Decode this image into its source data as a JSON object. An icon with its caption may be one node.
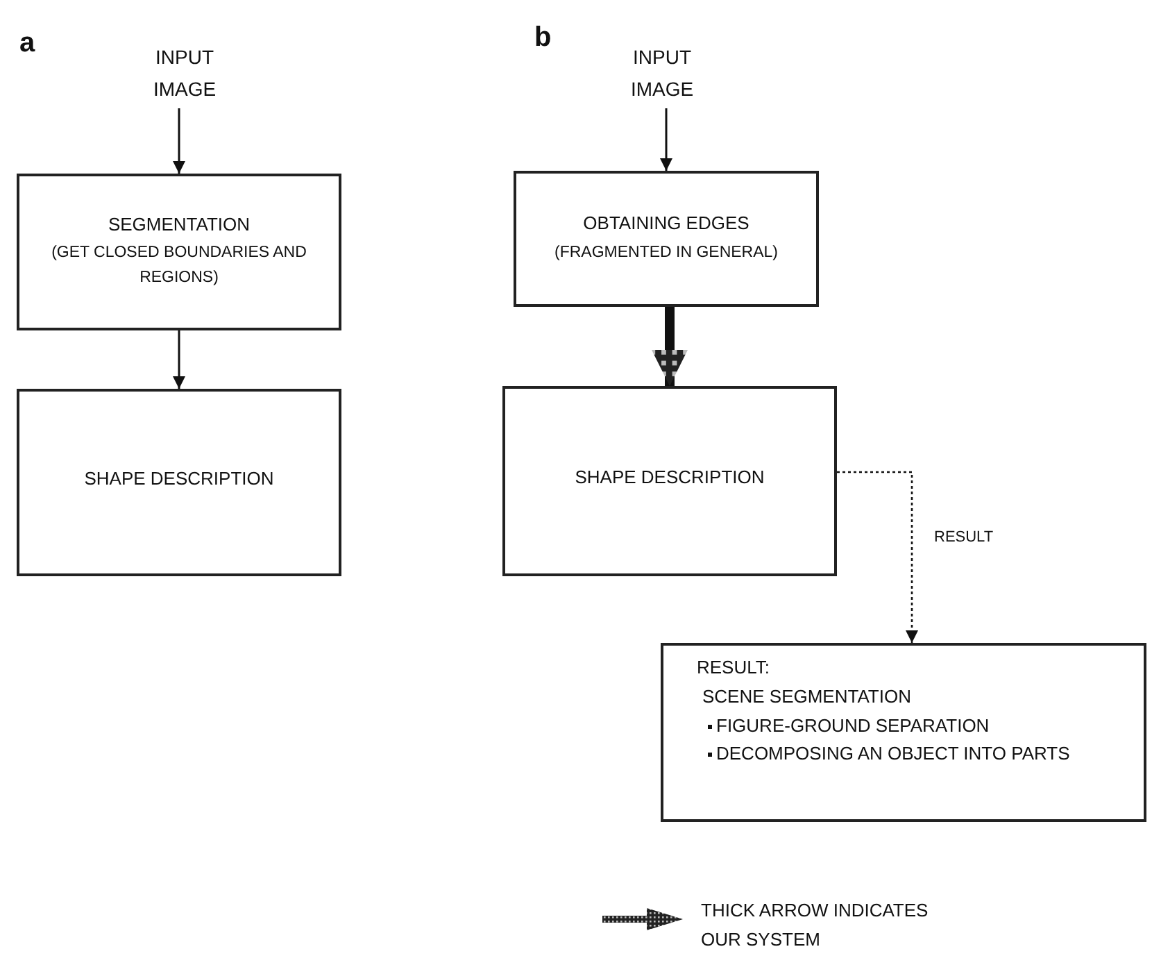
{
  "diagram": {
    "nodes": [
      {
        "text": [
          "INPUT IMAGE"
        ]
      },
      {
        "text": [
          "SEGMENTATION",
          "(GET CLOSED BOUNDARIES AND REGIONS)"
        ]
      },
      {
        "text": [
          "SHAPE DESCRIPTION"
        ]
      },
      {
        "text": [
          "INPUT IMAGE"
        ]
      },
      {
        "text": [
          "OBTAINING EDGES",
          "(FRAGMENTED IN GENERAL)"
        ]
      },
      {
        "text": [
          "SHAPE DESCRIPTION"
        ]
      },
      {
        "text": [
          "RESULT:",
          "SCENE SEGMENTATION",
          "FIGURE-GROUND SEPARATION",
          "DECOMPOSING AN OBJECT INTO PARTS"
        ]
      }
    ],
    "edges": [
      {
        "from": 0,
        "to": 1,
        "arrow": "to"
      },
      {
        "from": 1,
        "to": 2,
        "arrow": "to"
      },
      {
        "from": 3,
        "to": 4,
        "arrow": "to"
      },
      {
        "from": 4,
        "to": 5,
        "arrow": "to",
        "style": "thick"
      },
      {
        "from": 5,
        "to": 6,
        "arrow": "to",
        "style": "dashed",
        "label": "RESULT"
      }
    ],
    "labels": [
      "a",
      "b"
    ],
    "legend": [
      {
        "text": "THICK ARROW INDICATES OUR SYSTEM"
      }
    ]
  }
}
